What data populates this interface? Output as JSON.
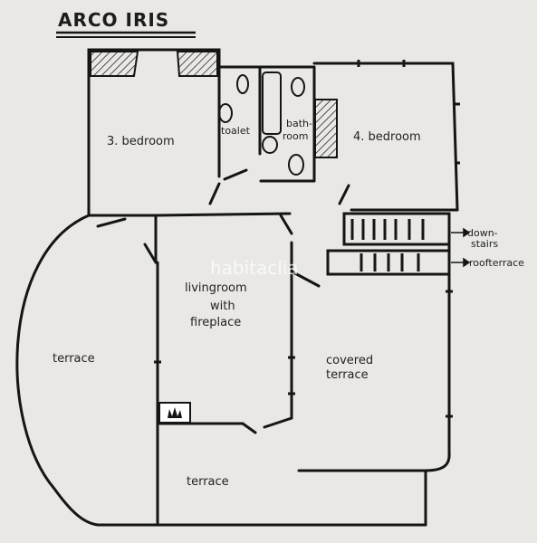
{
  "title": "ARCO IRIS",
  "watermark": "habitaclia",
  "rooms": {
    "bedroom3": "3. bedroom",
    "toalet": "toalet",
    "bathroom_1": "bath-",
    "bathroom_2": "room",
    "bedroom4": "4. bedroom",
    "living_1": "livingroom",
    "living_2": "with",
    "living_3": "fireplace",
    "terrace_left": "terrace",
    "covered_1": "covered",
    "covered_2": "terrace",
    "terrace_bottom": "terrace"
  },
  "annotations": {
    "downstairs_1": "down-",
    "downstairs_2": "stairs",
    "roofterrace": "roofterrace"
  },
  "colors": {
    "paper": "#e9e8e4",
    "ink": "#151515"
  }
}
